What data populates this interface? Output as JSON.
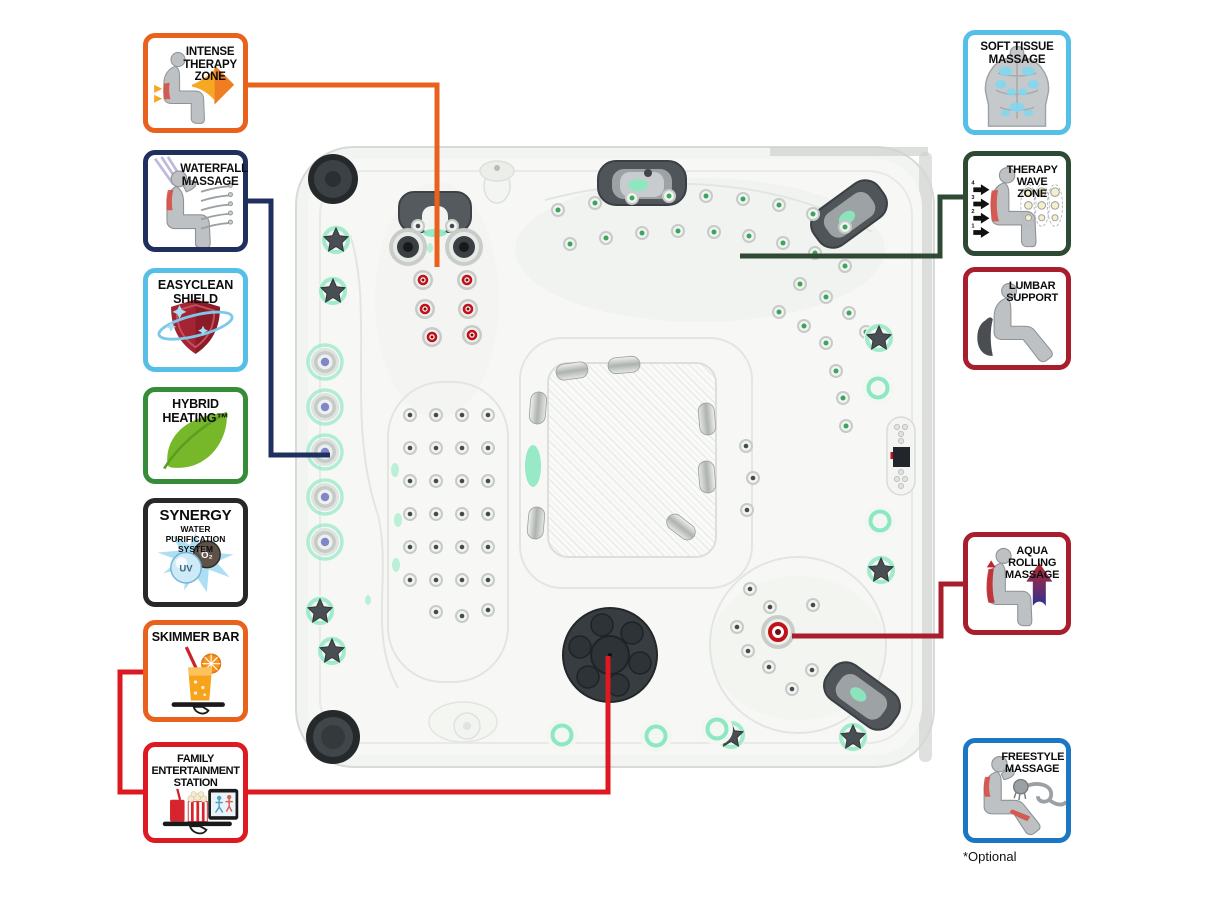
{
  "page": {
    "background": "#ffffff",
    "footnote": "*Optional"
  },
  "colors": {
    "orange": "#E8611D",
    "navy": "#20305E",
    "lightblue": "#56BFE8",
    "green": "#368C38",
    "black": "#282828",
    "bright_red": "#DD1A21",
    "dark_red": "#A81E2C",
    "dark_green": "#2E4A34",
    "blue": "#1C77C3",
    "led": "#8BE8C0",
    "led_deep": "#3DA45C",
    "jet_red": "#C1121C"
  },
  "left_badges": [
    {
      "id": "intense-therapy-zone",
      "title": "INTENSE\nTHERAPY\nZONE",
      "border": "#E8611D",
      "icon": "seated-person-intense-arrow-icon"
    },
    {
      "id": "waterfall-massage",
      "title": "WATERFALL\nMASSAGE",
      "border": "#20305E",
      "icon": "seated-person-waterfall-icon"
    },
    {
      "id": "easyclean-shield",
      "title": "EASYCLEAN\nSHIELD",
      "border": "#56BFE8",
      "icon": "shield-sparkle-icon"
    },
    {
      "id": "hybrid-heating",
      "title": "HYBRID\nHEATING™",
      "border": "#368C38",
      "icon": "leaf-icon"
    },
    {
      "id": "synergy-water-purification",
      "title": "SYNERGY",
      "subtitle": "WATER PURIFICATION\nSYSTEM",
      "border": "#282828",
      "icon": "uv-o2-splash-icon",
      "uv_label": "UV",
      "o2_label": "O₂"
    },
    {
      "id": "skimmer-bar",
      "title": "SKIMMER BAR",
      "border": "#E8611D",
      "icon": "drink-tray-icon"
    },
    {
      "id": "family-entertainment-station",
      "title": "FAMILY\nENTERTAINMENT\nSTATION",
      "border": "#DD1A21",
      "icon": "snacks-tablet-tray-icon"
    }
  ],
  "right_badges": [
    {
      "id": "soft-tissue-massage",
      "title": "SOFT TISSUE\nMASSAGE",
      "border": "#56BFE8",
      "icon": "muscle-back-icon"
    },
    {
      "id": "therapy-wave-zone",
      "title": "THERAPY\nWAVE ZONE",
      "border": "#2E4A34",
      "icon": "seated-person-wave-arrows-icon",
      "arrow_numbers": [
        "4",
        "3",
        "2",
        "1"
      ]
    },
    {
      "id": "lumbar-support",
      "title": "LUMBAR\nSUPPORT",
      "border": "#A81E2C",
      "icon": "seated-person-lumbar-cushion-icon"
    },
    {
      "id": "aqua-rolling-massage",
      "title": "AQUA\nROLLING\nMASSAGE",
      "border": "#A81E2C",
      "icon": "seated-person-rolling-arrow-icon"
    },
    {
      "id": "freestyle-massage",
      "title": "FREESTYLE\nMASSAGE",
      "border": "#1C77C3",
      "icon": "seated-person-hose-icon"
    }
  ]
}
